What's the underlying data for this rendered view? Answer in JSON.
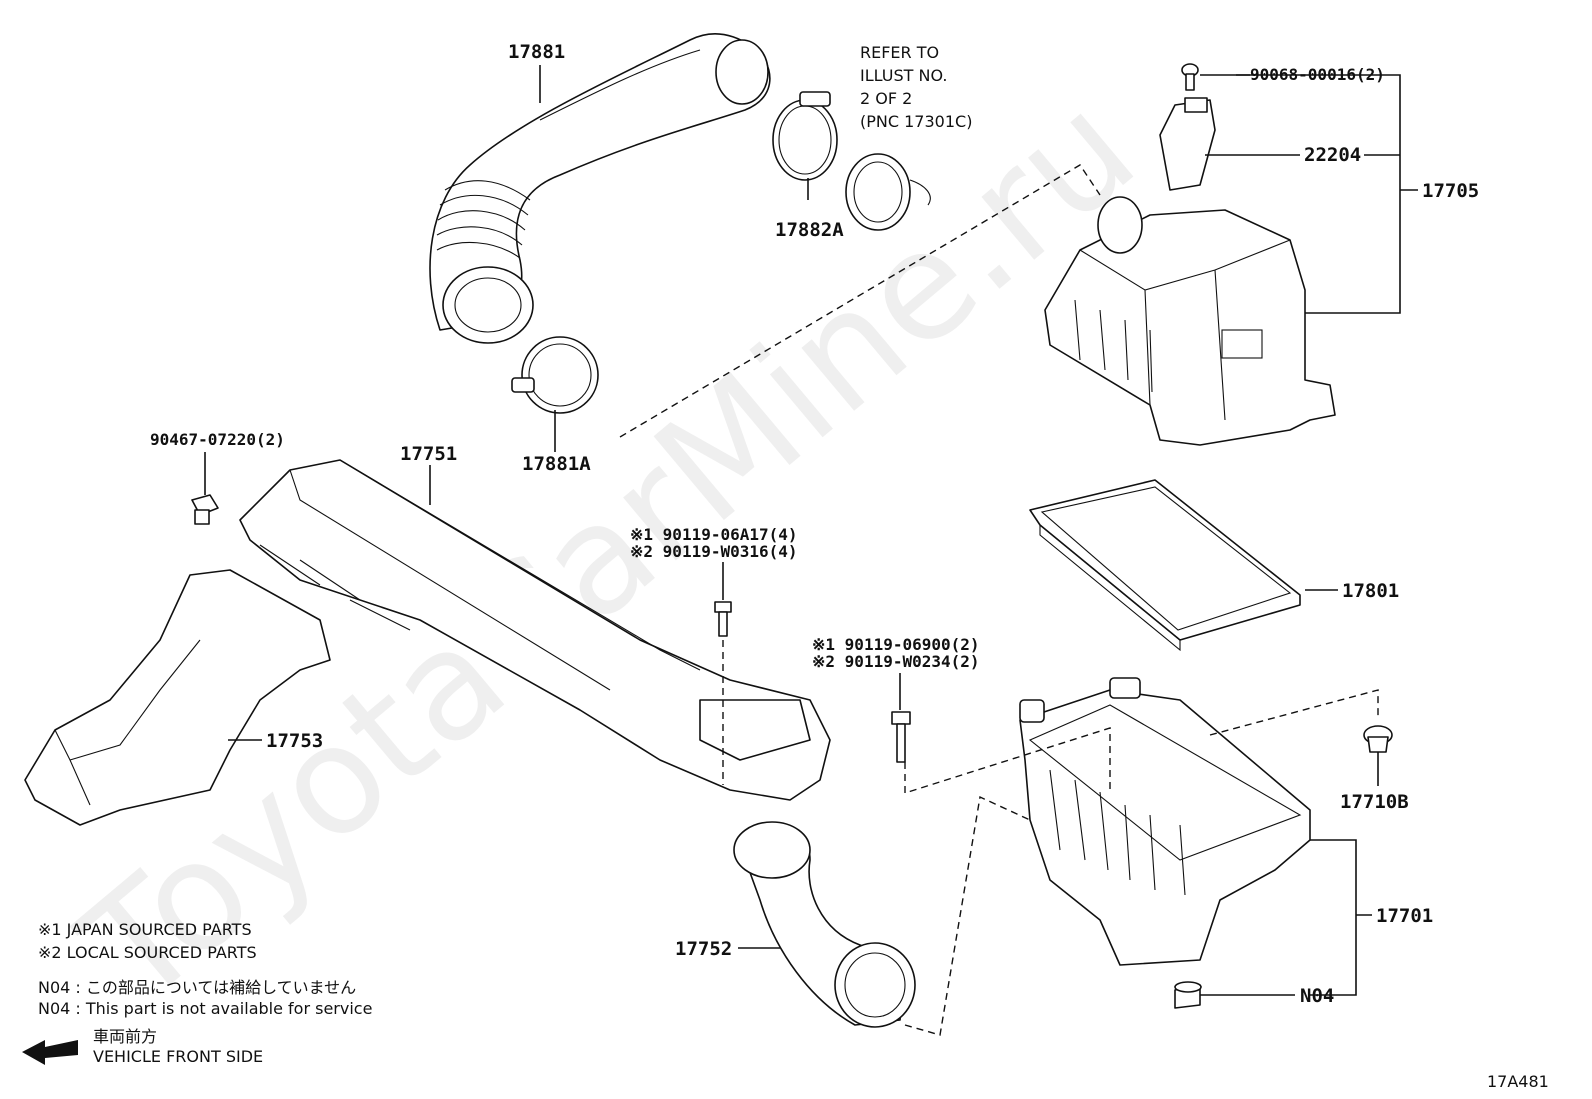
{
  "watermark": "ToyotaCarMine.ru",
  "refer_note": [
    "REFER TO",
    "ILLUST NO.",
    "2 OF 2",
    "(PNC 17301C)"
  ],
  "callouts": {
    "p17881": "17881",
    "p17882A": "17882A",
    "p17881A": "17881A",
    "p90068": "90068-00016(2)",
    "p22204": "22204",
    "p17705": "17705",
    "p90467": "90467-07220(2)",
    "p17751": "17751",
    "p90119_a1": "※1 90119-06A17(4)",
    "p90119_a2": "※2 90119-W0316(4)",
    "p17801": "17801",
    "p90119_b1": "※1 90119-06900(2)",
    "p90119_b2": "※2 90119-W0234(2)",
    "p17753": "17753",
    "p17710B": "17710B",
    "p17701": "17701",
    "p17752": "17752",
    "pN04": "N04"
  },
  "legend": {
    "japan": "※1 JAPAN SOURCED PARTS",
    "local": "※2 LOCAL SOURCED PARTS",
    "n04_jp": "N04 : この部品については補給していません",
    "n04_en": "N04 : This part is not available for service",
    "front_jp": "車両前方",
    "front_en": "VEHICLE FRONT SIDE"
  },
  "figure_id": "17A481"
}
